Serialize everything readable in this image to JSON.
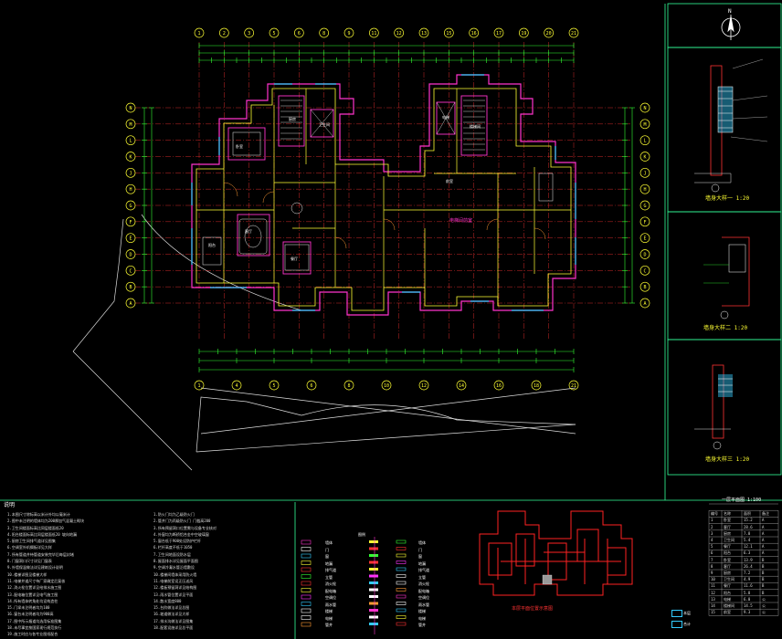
{
  "drawing": {
    "main_title": "",
    "scale": "1:100",
    "compass_letter": "N",
    "colors": {
      "background": "#000000",
      "frame": "#33ff99",
      "axis": "#33ff33",
      "axis_bubble": "#ffff33",
      "wall": "#ff33cc",
      "wall_inner": "#ffff33",
      "dimension": "#33ff33",
      "window": "#33ccff",
      "text": "#ffffff",
      "keyplan": "#ff0000",
      "grid_red": "#ff3333"
    }
  },
  "grid": {
    "top_bubbles": [
      "1",
      "2",
      "3",
      "5",
      "6",
      "8",
      "9",
      "11",
      "12",
      "13",
      "15",
      "16",
      "17",
      "19",
      "20",
      "21"
    ],
    "bottom_bubbles": [
      "1",
      "4",
      "5",
      "6",
      "8",
      "10",
      "12",
      "14",
      "16",
      "18",
      "21"
    ],
    "left_bubbles": [
      "N",
      "M",
      "L",
      "K",
      "J",
      "H",
      "G",
      "F",
      "E",
      "D",
      "C",
      "B",
      "A"
    ],
    "right_bubbles": [
      "N",
      "M",
      "L",
      "K",
      "J",
      "H",
      "G",
      "F",
      "E",
      "D",
      "C",
      "B",
      "A"
    ]
  },
  "details": [
    {
      "title": "墙身大样一",
      "scale": "1:20"
    },
    {
      "title": "墙身大样二",
      "scale": "1:20"
    },
    {
      "title": "墙身大样三",
      "scale": "1:20"
    }
  ],
  "room_labels": [
    "卧室",
    "客厅",
    "厨房",
    "卫生间",
    "餐厅",
    "阳台",
    "电梯",
    "楼梯间",
    "前室"
  ],
  "center_label": "电梯间前室",
  "notes": {
    "title": "说明",
    "left_lines": [
      "1.本图尺寸除标高以米计外均以毫米计",
      "2.图中未注明的墙体均为200厚加气混凝土砌块",
      "3.卫生间楼面标高比同层楼面低20",
      "4.阳台楼面标高比同层楼面低20 坡向地漏",
      "5.厨房卫生间排气道详见图集",
      "6.空调室外机搁板详见大样",
      "7.所有管道井待管道安装完毕后每层封堵",
      "8.门窗洞口尺寸详见门窗表",
      "9.外墙保温做法详见建筑设计说明",
      "10.楼梯详图见楼梯大样",
      "11.电梯井道尺寸待厂家确定后复核",
      "12.消火栓位置详见给排水施工图",
      "13.配电箱位置详见电气施工图",
      "14.所有墙体转角处均设构造柱",
      "15.门垛未注明者均为100",
      "16.窗台未注明者均为900高",
      "17.图中所示烟道均选用标准图集",
      "18.未尽事宜按国家现行规范执行",
      "19.施工时应与各专业图纸配合",
      "20.本层建筑面积详见面积表",
      "21.保温材料燃烧性能为A级"
    ],
    "right_lines": [
      "1.防火门均为乙级防火门",
      "2.管井门为丙级防火门 门槛高200",
      "3.所有预留洞口位置需与设备专业核对",
      "4.外窗均为断桥铝合金中空玻璃窗",
      "5.窗台低于900处设防护栏杆",
      "6.栏杆高度不低于1050",
      "7.卫生间地面设防水层",
      "8.屋面排水详见屋面平面图",
      "9.空调冷凝水管沿墙敷设",
      "10.楼梯间墙体采用防火墙",
      "11.电梯前室设正压送风",
      "12.楼板预留洞详见结构图",
      "13.雨水管位置详见平面",
      "14.散水宽度800",
      "15.台阶做法详见总图",
      "16.坡道做法详见大样",
      "17.排水沟做法详见图集",
      "18.配套设施详见总平面"
    ]
  },
  "legend": {
    "title": "图例",
    "items": [
      "墙体",
      "门",
      "窗",
      "地漏",
      "排气道",
      "立管",
      "消火栓",
      "配电箱",
      "空调位",
      "雨水管",
      "楼梯",
      "电梯",
      "管井"
    ]
  },
  "keyplan": {
    "caption": "本层平面位置示意图"
  },
  "area_table": {
    "title": "一层平面图",
    "scale": "1:100",
    "header": [
      "编号",
      "名称",
      "面积",
      "备注"
    ],
    "rows": [
      [
        "1",
        "卧室",
        "15.2",
        "A"
      ],
      [
        "2",
        "客厅",
        "28.6",
        "A"
      ],
      [
        "3",
        "厨房",
        "7.8",
        "A"
      ],
      [
        "4",
        "卫生间",
        "5.4",
        "A"
      ],
      [
        "5",
        "餐厅",
        "12.1",
        "A"
      ],
      [
        "6",
        "阳台",
        "6.3",
        "A"
      ],
      [
        "7",
        "卧室",
        "13.9",
        "B"
      ],
      [
        "8",
        "客厅",
        "26.4",
        "B"
      ],
      [
        "9",
        "厨房",
        "7.2",
        "B"
      ],
      [
        "10",
        "卫生间",
        "4.9",
        "B"
      ],
      [
        "11",
        "餐厅",
        "11.6",
        "B"
      ],
      [
        "12",
        "阳台",
        "5.8",
        "B"
      ],
      [
        "13",
        "电梯",
        "6.0",
        "公"
      ],
      [
        "14",
        "楼梯间",
        "14.5",
        "公"
      ],
      [
        "15",
        "前室",
        "9.3",
        "公"
      ]
    ],
    "legend_labels": [
      "本层",
      "合计"
    ]
  }
}
